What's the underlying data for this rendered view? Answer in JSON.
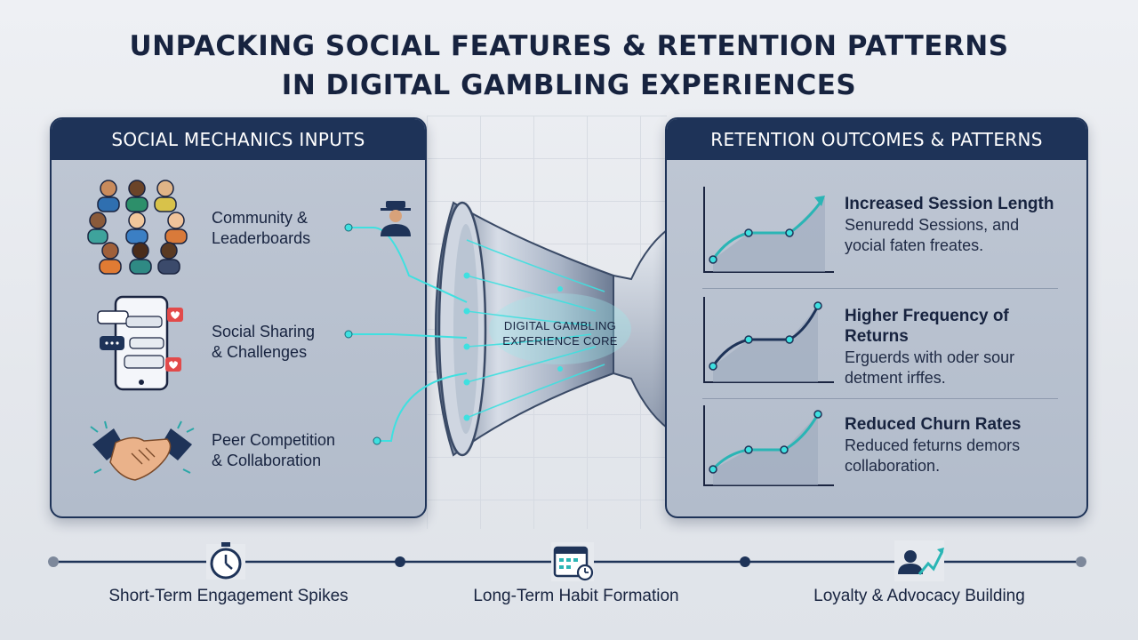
{
  "title_line1": "UNPACKING SOCIAL FEATURES & RETENTION PATTERNS",
  "title_line2": "IN DIGITAL GAMBLING EXPERIENCES",
  "left_panel": {
    "header": "SOCIAL MECHANICS INPUTS",
    "items": [
      {
        "line1": "Community &",
        "line2": "Leaderboards",
        "icon": "community-people-icon"
      },
      {
        "line1": "Social Sharing",
        "line2": "& Challenges",
        "icon": "phone-chat-icon"
      },
      {
        "line1": "Peer Competition",
        "line2": "& Collaboration",
        "icon": "handshake-icon"
      }
    ]
  },
  "center": {
    "line1": "DIGITAL GAMBLING",
    "line2": "EXPERIENCE CORE",
    "icon": "funnel-icon"
  },
  "right_panel": {
    "header": "RETENTION OUTCOMES & PATTERNS",
    "items": [
      {
        "heading": "Increased Session Length",
        "line1": "Senuredd Sessions, and",
        "line2": "yocial faten freates."
      },
      {
        "heading": "Higher Frequency of Returns",
        "line1": "Erguerds  with oder sour",
        "line2": "detment irffes."
      },
      {
        "heading": "Reduced Churn Rates",
        "line1": "Reduced feturns demors",
        "line2": "collaboration."
      }
    ]
  },
  "timeline": [
    {
      "label": "Short-Term Engagement Spikes",
      "icon": "stopwatch-icon"
    },
    {
      "label": "Long-Term Habit Formation",
      "icon": "calendar-clock-icon"
    },
    {
      "label": "Loyalty & Advocacy Building",
      "icon": "person-growth-icon"
    }
  ],
  "colors": {
    "navy": "#1e3358",
    "cyan": "#3fe0e0",
    "teal": "#2aa7a7",
    "panel": "#b8c1cf"
  }
}
